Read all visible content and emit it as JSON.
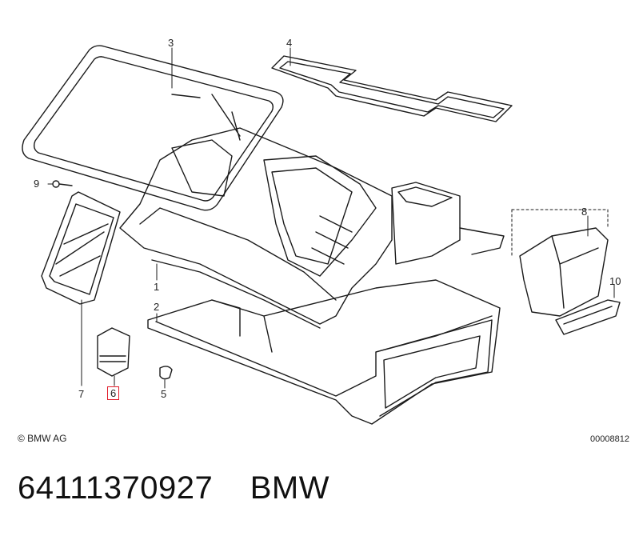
{
  "diagram": {
    "callouts": [
      {
        "id": "1",
        "label": "1"
      },
      {
        "id": "2",
        "label": "2"
      },
      {
        "id": "3",
        "label": "3"
      },
      {
        "id": "4",
        "label": "4"
      },
      {
        "id": "5",
        "label": "5"
      },
      {
        "id": "6",
        "label": "6",
        "highlighted": true
      },
      {
        "id": "7",
        "label": "7"
      },
      {
        "id": "8",
        "label": "8"
      },
      {
        "id": "9",
        "label": "9"
      },
      {
        "id": "10",
        "label": "10"
      }
    ],
    "highlight_color": "#e21b2a",
    "copyright": "© BMW AG",
    "drawing_number": "00008812"
  },
  "footer": {
    "part_number": "64111370927",
    "brand": "BMW"
  }
}
